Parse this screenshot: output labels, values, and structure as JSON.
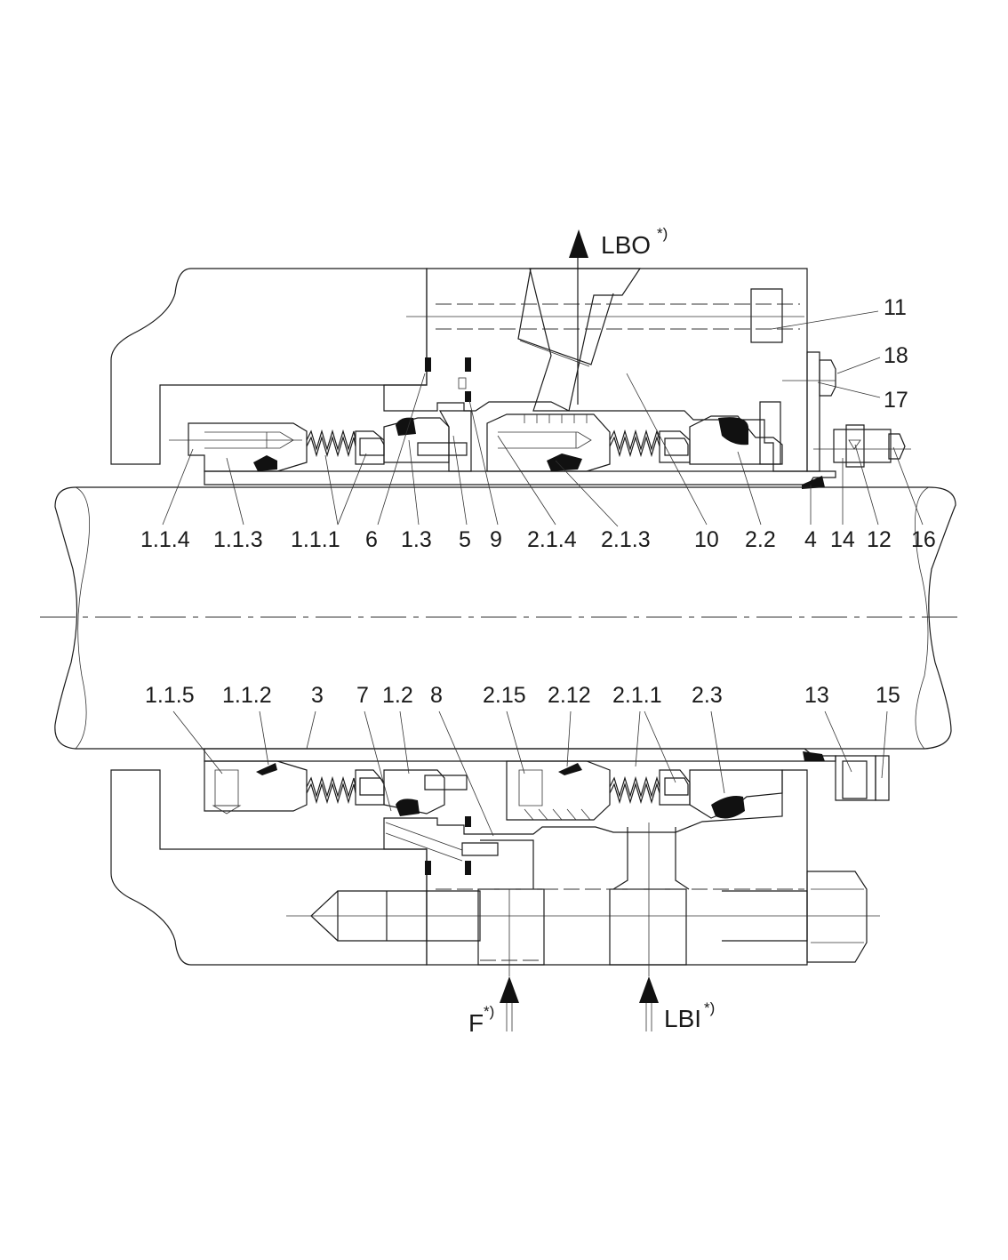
{
  "colors": {
    "shaft": "#a8dcf6",
    "housing": "#cde7de",
    "sleeve": "#d3e3b4",
    "face": "#1ba6dc",
    "spring_pin": "#b8d640",
    "elastomer": "#111111",
    "outline": "#1a1a1a"
  },
  "flow_labels": {
    "lbo": {
      "text": "LBO",
      "sup": "*)"
    },
    "f": {
      "text": "F",
      "sup": "*)"
    },
    "lbi": {
      "text": "LBI",
      "sup": "*)"
    }
  },
  "labels_right": [
    "11",
    "18",
    "17"
  ],
  "labels_upper_row": [
    "1.1.4",
    "1.1.3",
    "1.1.1",
    "6",
    "1.3",
    "5",
    "9",
    "2.1.4",
    "2.1.3",
    "10",
    "2.2",
    "4",
    "14",
    "12",
    "16"
  ],
  "labels_lower_row": [
    "1.1.5",
    "1.1.2",
    "3",
    "7",
    "1.2",
    "8",
    "2.15",
    "2.12",
    "2.1.1",
    "2.3",
    "13",
    "15"
  ]
}
